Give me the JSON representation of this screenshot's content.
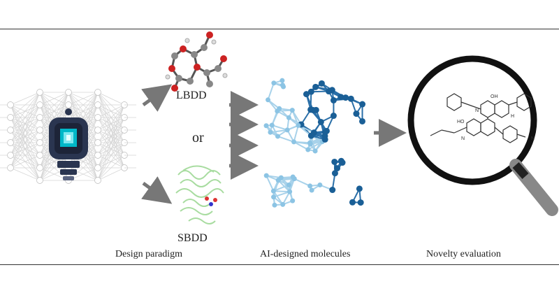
{
  "figure": {
    "labels": {
      "lbdd": "LBDD",
      "or": "or",
      "sbdd": "SBDD"
    },
    "captions": {
      "design_paradigm": "Design paradigm",
      "ai_molecules": "AI-designed molecules",
      "novelty": "Novelty evaluation"
    },
    "molecule_text": {
      "oh": "OH",
      "n1": "N",
      "h": "H",
      "ho": "HO",
      "n2": "N",
      "cn": "N"
    },
    "colors": {
      "arrow": "#777777",
      "nn_line": "#cfcfcf",
      "ai_chip": "#00b8c8",
      "mol_dark": "#1a5f96",
      "mol_light": "#8cc4e4",
      "protein": "#a8dca0",
      "magnifier": "#111111"
    },
    "icons": [
      "neural-network-icon",
      "robot-head-icon",
      "magnifier-icon",
      "protein-icon",
      "molecule-3d-icon"
    ]
  }
}
